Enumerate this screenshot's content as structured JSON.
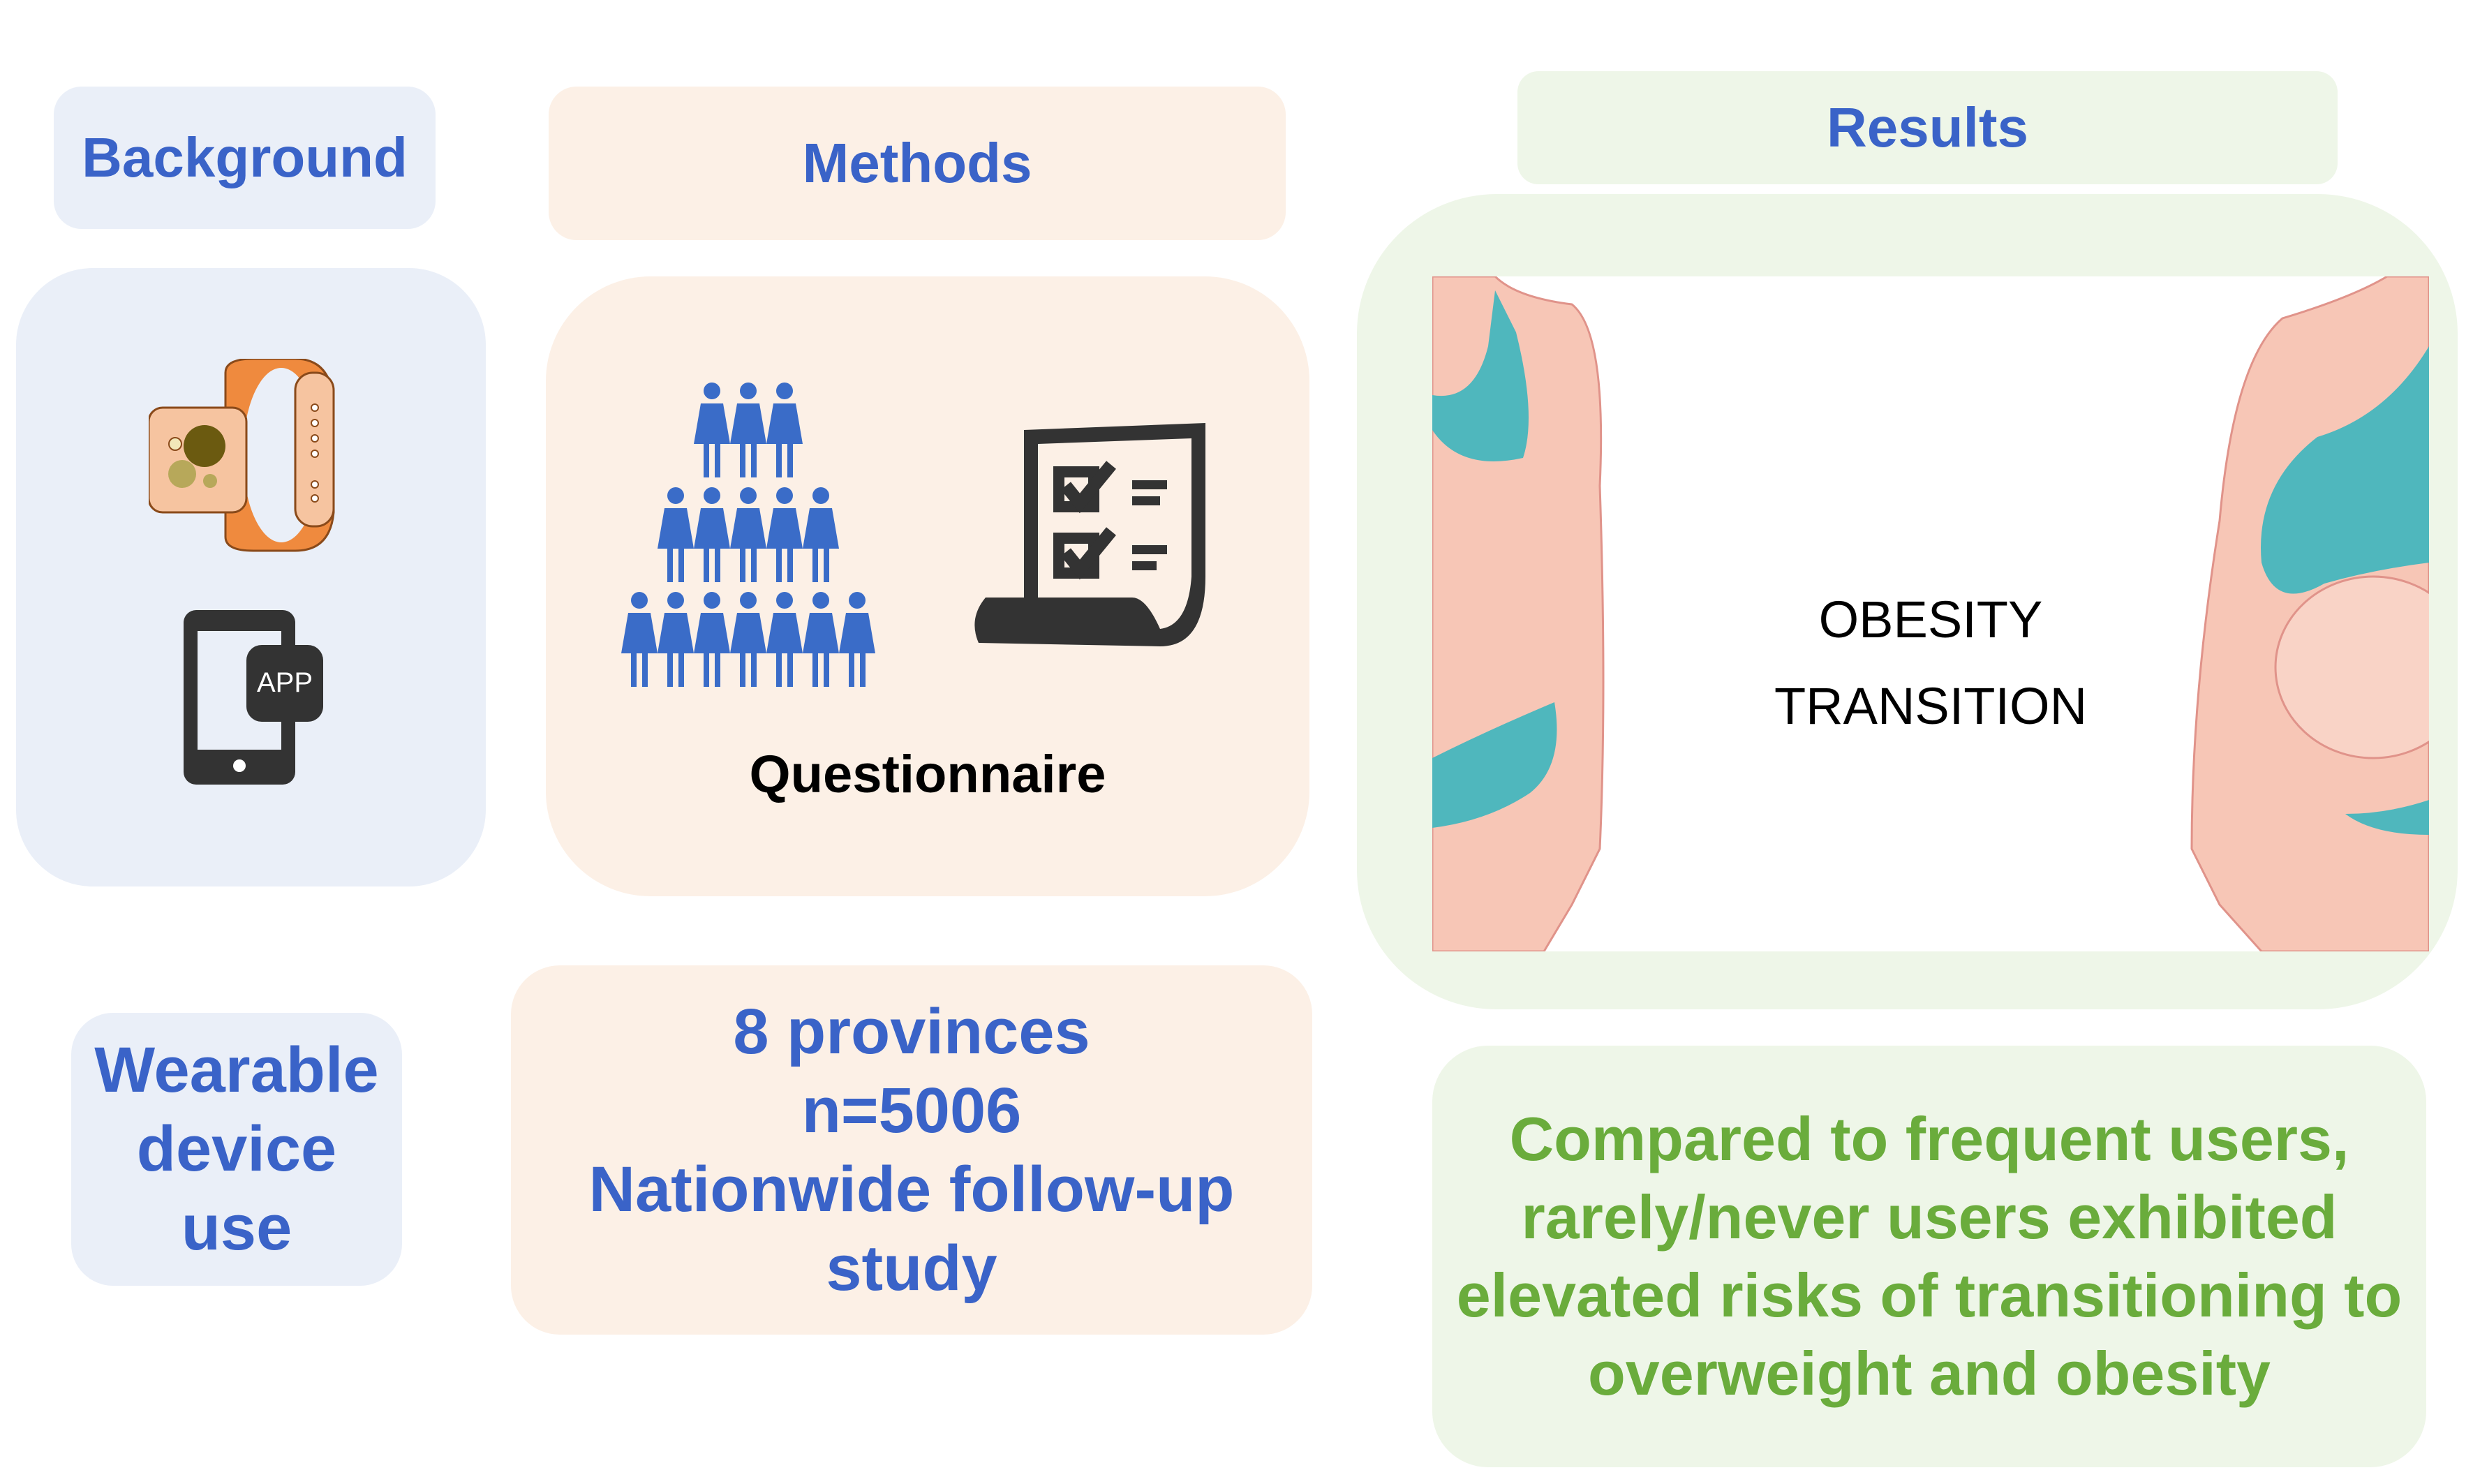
{
  "background": {
    "title": "Background",
    "app_label": "APP",
    "summary": "Wearable device use"
  },
  "methods": {
    "title": "Methods",
    "questionnaire_label": "Questionnaire",
    "summary": [
      "8 provinces",
      "n=5006",
      "Nationwide follow-up study"
    ]
  },
  "results": {
    "title": "Results",
    "image_text": [
      "OBESITY",
      "TRANSITION"
    ],
    "summary": "Compared to frequent users, rarely/never users exhibited elevated risks of transitioning to overweight and obesity"
  },
  "colors": {
    "title_blue": "#3a63c8",
    "result_green": "#6aac3c",
    "background_panel": "#eaeff8",
    "methods_panel": "#fcf0e6",
    "results_panel": "#eef6e8"
  }
}
